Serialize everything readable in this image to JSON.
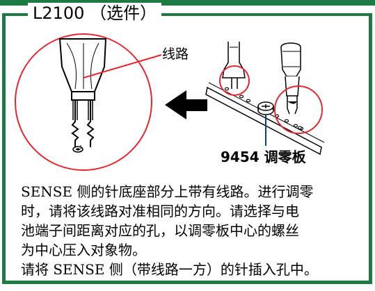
{
  "colors": {
    "frame_green": "#1c7a43",
    "ink": "#000000",
    "red": "#e3262f",
    "blue": "#0e3a8c"
  },
  "section": {
    "title": "L2100 （选件）"
  },
  "illustration": {
    "line_label": "线路",
    "board_label": "9454 调零板",
    "arrow": "left-arrow-icon"
  },
  "body": {
    "lines": [
      "SENSE 侧的针底座部分上带有线路。进行调零",
      "时，请将该线路对准相同的方向。请选择与电",
      "池端子间距离对应的孔，以调零板中心的螺丝",
      "为中心压入对象物。",
      "请将 SENSE 侧（带线路一方）的针插入孔中。"
    ]
  }
}
